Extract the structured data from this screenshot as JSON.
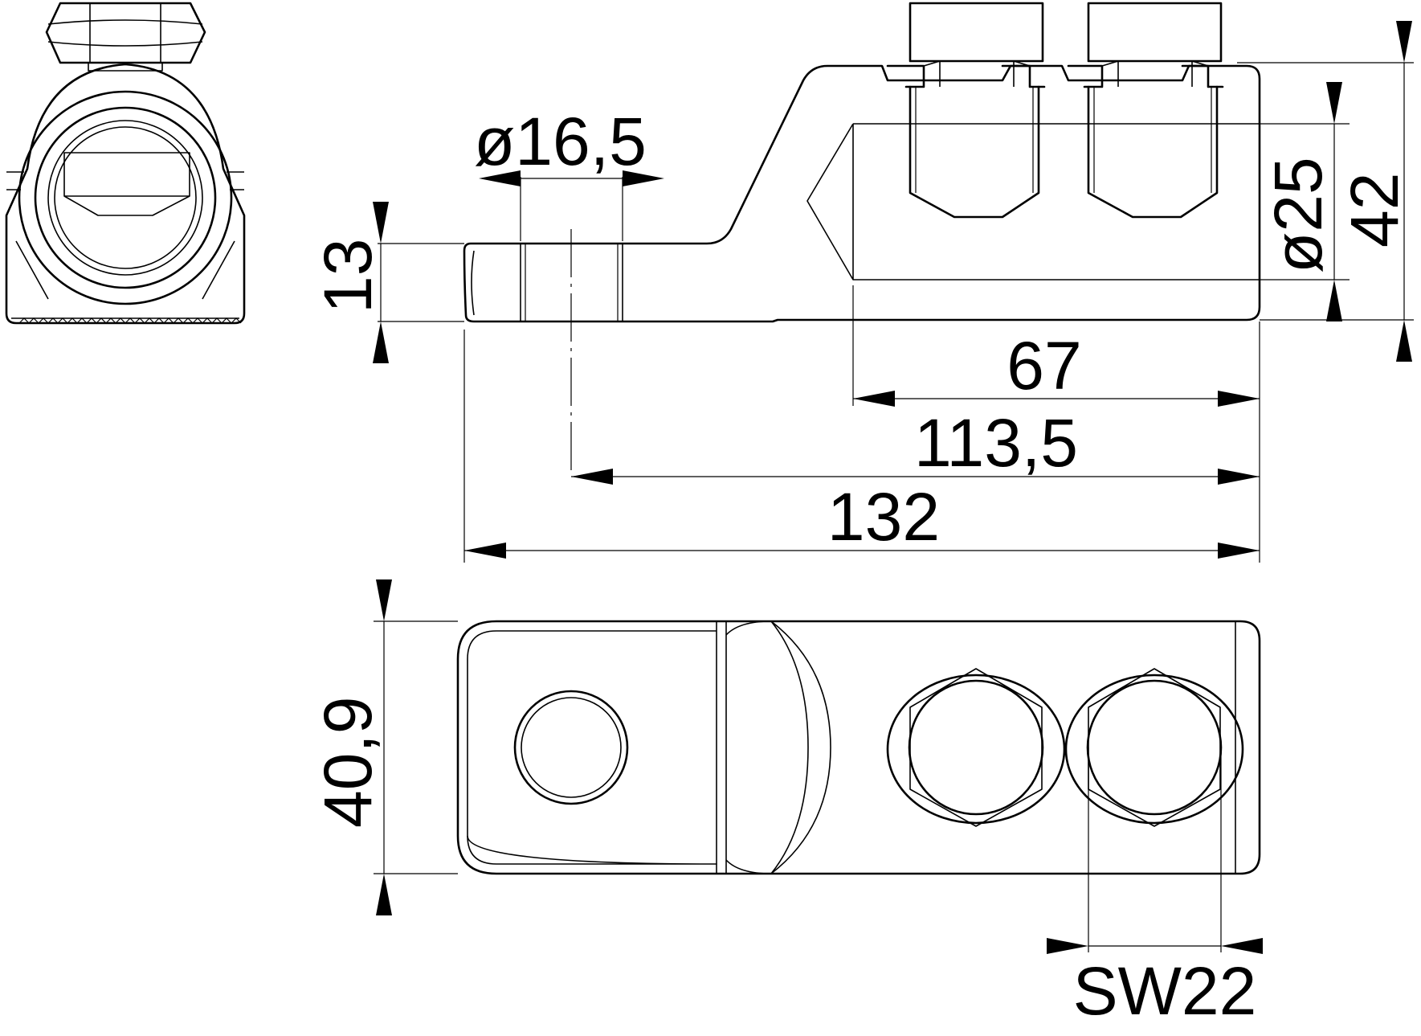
{
  "drawing": {
    "dimensions": {
      "hole_diameter": "ø16,5",
      "lug_thickness": "13",
      "barrel_diameter": "ø25",
      "total_height": "42",
      "barrel_length": "67",
      "hole_to_end": "113,5",
      "total_length": "132",
      "width": "40,9",
      "wrench_size": "SW22"
    }
  }
}
